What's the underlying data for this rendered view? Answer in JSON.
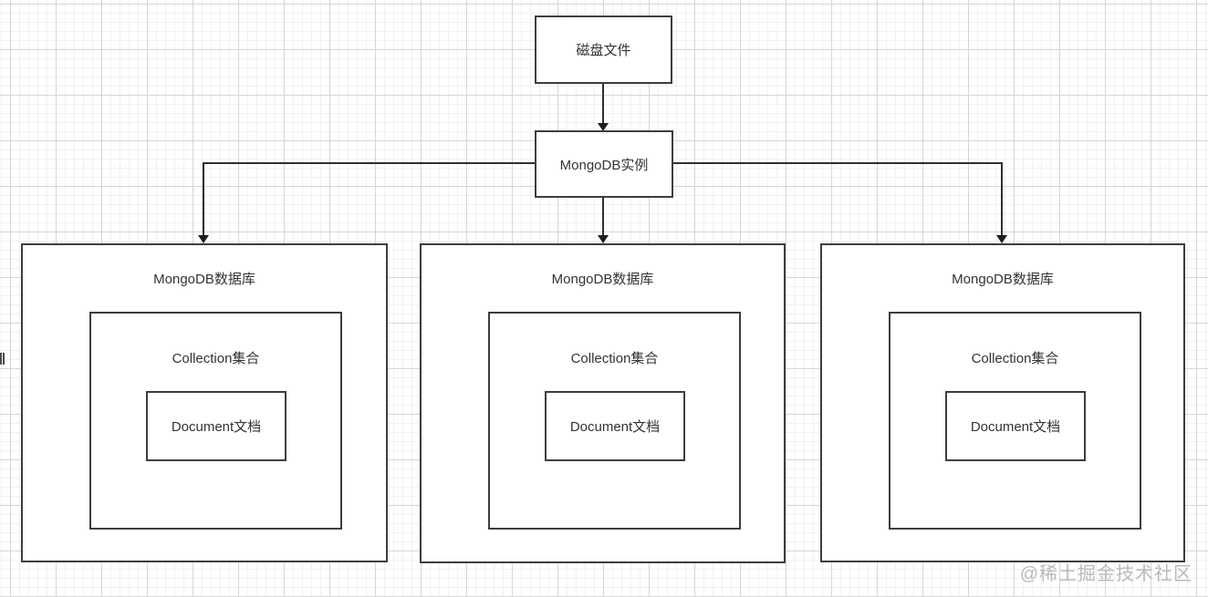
{
  "diagram": {
    "nodes": {
      "disk_file": "磁盘文件",
      "instance": "MongoDB实例"
    },
    "databases": [
      {
        "title": "MongoDB数据库",
        "collection": "Collection集合",
        "document": "Document文档"
      },
      {
        "title": "MongoDB数据库",
        "collection": "Collection集合",
        "document": "Document文档"
      },
      {
        "title": "MongoDB数据库",
        "collection": "Collection集合",
        "document": "Document文档"
      }
    ],
    "edges": [
      {
        "from": "disk_file",
        "to": "instance"
      },
      {
        "from": "instance",
        "to": "database-1"
      },
      {
        "from": "instance",
        "to": "database-2"
      },
      {
        "from": "instance",
        "to": "database-3"
      }
    ]
  },
  "watermark": "@稀土掘金技术社区",
  "colors": {
    "background": "#ffffff",
    "shape_border": "#3d3d3d",
    "connector_line": "#2e2e2e",
    "text": "#333333",
    "grid_minor": "#f1f1f3",
    "grid_major": "#d6d6d8",
    "watermark": "#b9b9bc"
  }
}
